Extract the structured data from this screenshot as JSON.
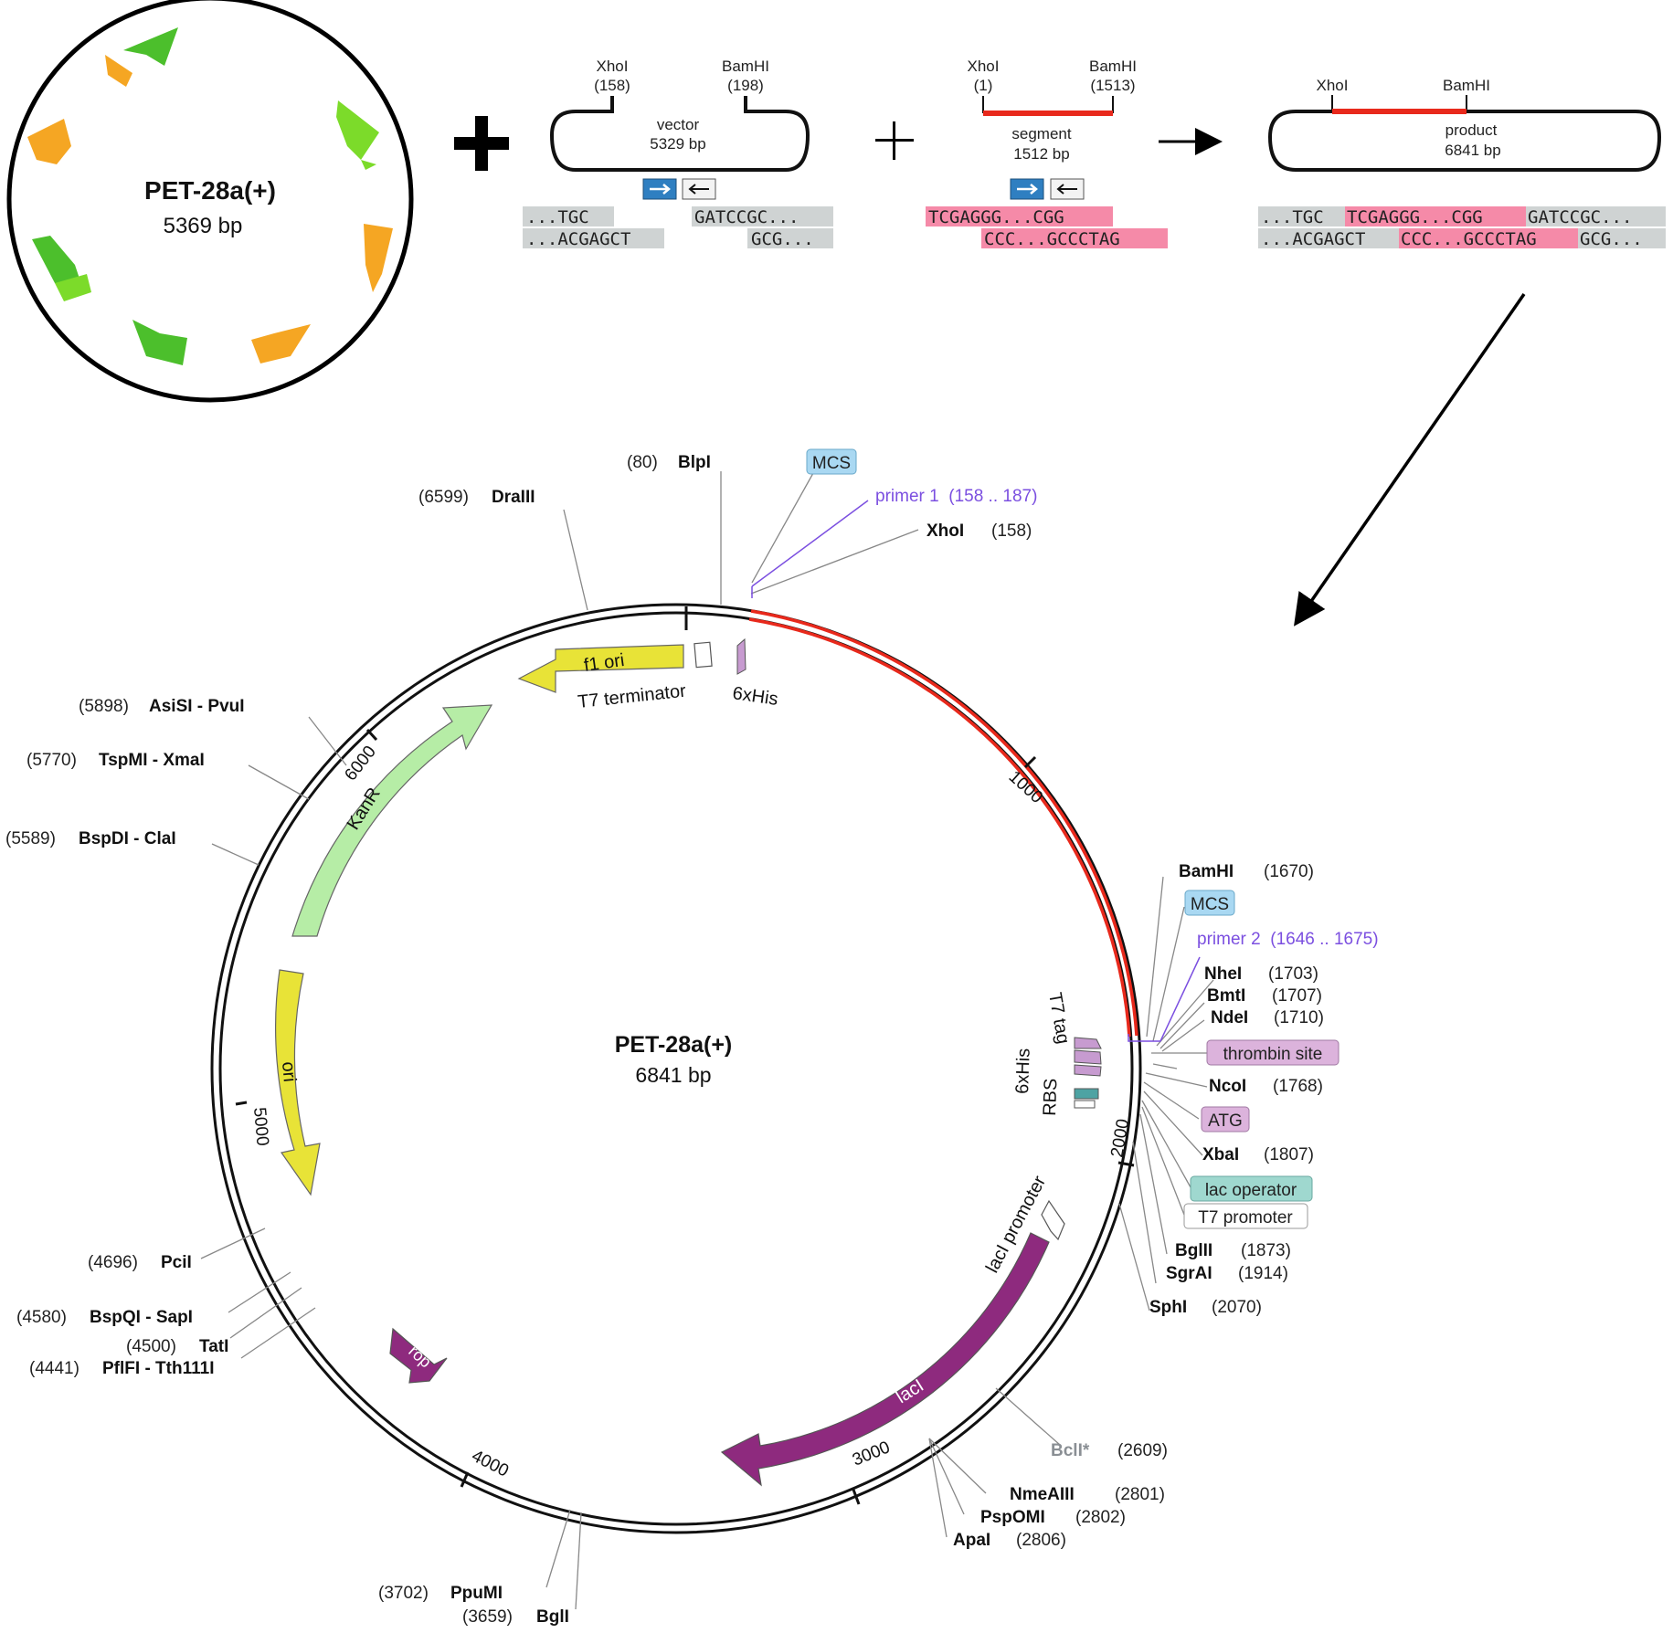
{
  "small_plasmid": {
    "name": "PET-28a(+)",
    "size": "5369 bp"
  },
  "plus_symbols": [
    "+",
    "+"
  ],
  "vector": {
    "site1_name": "XhoI",
    "site1_pos": "(158)",
    "site2_name": "BamHI",
    "site2_pos": "(198)",
    "label": "vector",
    "size": "5329 bp",
    "seq_top_left": "...TGC",
    "seq_bot_left": "...ACGAGCT",
    "seq_top_right": "GATCCGC...",
    "seq_bot_right": "GCG..."
  },
  "segment": {
    "site1_name": "XhoI",
    "site1_pos": "(1)",
    "site2_name": "BamHI",
    "site2_pos": "(1513)",
    "label": "segment",
    "size": "1512 bp",
    "seq_top": "TCGAGGG...CGG",
    "seq_bot": "CCC...GCCCTAG"
  },
  "product": {
    "site1_name": "XhoI",
    "site2_name": "BamHI",
    "label": "product",
    "size": "6841 bp",
    "seq_top_a": "...TGC",
    "seq_top_b": "TCGAGGG...CGG",
    "seq_top_c": "GATCCGC...",
    "seq_bot_a": "...ACGAGCT",
    "seq_bot_b": "CCC...GCCCTAG",
    "seq_bot_c": "GCG..."
  },
  "big_plasmid": {
    "name": "PET-28a(+)",
    "size": "6841 bp",
    "ticks": [
      "1000",
      "2000",
      "3000",
      "4000",
      "5000",
      "6000"
    ],
    "features": {
      "f1_ori": "f1 ori",
      "t7_terminator": "T7 terminator",
      "his1": "6xHis",
      "kanr": "KanR",
      "ori": "ori",
      "rop": "rop",
      "laci": "lacI",
      "laci_promoter": "lacI promoter",
      "t7_tag": "T7 tag",
      "his2": "6xHis",
      "rbs": "RBS"
    }
  },
  "annotations": {
    "blpi": {
      "pos": "(80)",
      "name": "BlpI"
    },
    "draiii": {
      "pos": "(6599)",
      "name": "DraIII"
    },
    "mcs1": "MCS",
    "primer1": "primer 1  (158 .. 187)",
    "xhoi": {
      "name": "XhoI",
      "pos": "(158)"
    },
    "asisi": {
      "pos": "(5898)",
      "name": "AsiSI - PvuI"
    },
    "tspmi": {
      "pos": "(5770)",
      "name": "TspMI - XmaI"
    },
    "bspdi": {
      "pos": "(5589)",
      "name": "BspDI - ClaI"
    },
    "bamhi": {
      "name": "BamHI",
      "pos": "(1670)"
    },
    "mcs2": "MCS",
    "primer2": "primer 2  (1646 .. 1675)",
    "nhei": {
      "name": "NheI",
      "pos": "(1703)"
    },
    "bmti": {
      "name": "BmtI",
      "pos": "(1707)"
    },
    "ndei": {
      "name": "NdeI",
      "pos": "(1710)"
    },
    "thrombin": "thrombin site",
    "ncoi": {
      "name": "NcoI",
      "pos": "(1768)"
    },
    "atg": "ATG",
    "xbai": {
      "name": "XbaI",
      "pos": "(1807)"
    },
    "lac_operator": "lac operator",
    "t7_promoter": "T7 promoter",
    "bglii": {
      "name": "BglII",
      "pos": "(1873)"
    },
    "sgrai": {
      "name": "SgrAI",
      "pos": "(1914)"
    },
    "sphi": {
      "name": "SphI",
      "pos": "(2070)"
    },
    "bcli": {
      "name": "BclI*",
      "pos": "(2609)"
    },
    "nmeaiii": {
      "name": "NmeAIII",
      "pos": "(2801)"
    },
    "pspomi": {
      "name": "PspOMI",
      "pos": "(2802)"
    },
    "apai": {
      "name": "ApaI",
      "pos": "(2806)"
    },
    "pci": {
      "pos": "(4696)",
      "name": "PciI"
    },
    "bspqi": {
      "pos": "(4580)",
      "name": "BspQI - SapI"
    },
    "tati": {
      "pos": "(4500)",
      "name": "TatI"
    },
    "pflfi": {
      "pos": "(4441)",
      "name": "PflFI - Tth111I"
    },
    "ppumi": {
      "pos": "(3702)",
      "name": "PpuMI"
    },
    "bgli": {
      "pos": "(3659)",
      "name": "BglI"
    }
  },
  "colors": {
    "insert_red": "#e8291c",
    "pink_highlight": "#f58aa8",
    "grey_highlight": "#cfd3d3",
    "primer_purple": "#7b4fe0",
    "mcs_blue": "#a9d8f2",
    "purple_feature": "#8e2a7e",
    "yellow_feature": "#e8e337",
    "kanr_green": "#b6eda6",
    "arrow_blue": "#2f7fc1"
  }
}
